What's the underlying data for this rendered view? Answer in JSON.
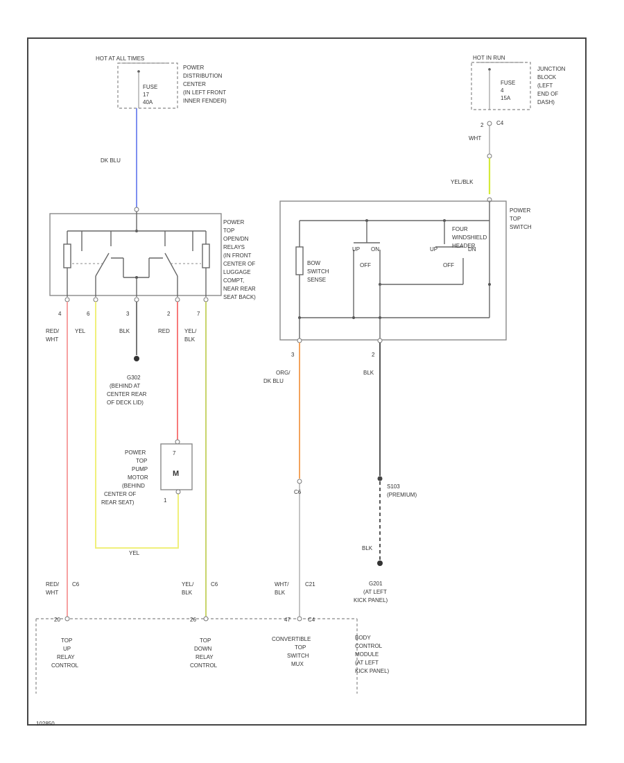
{
  "fuse_block_left": {
    "header": "HOT AT ALL TIMES",
    "fuse_lines": [
      "FUSE",
      "17",
      "40A"
    ],
    "location_lines": [
      "POWER",
      "DISTRIBUTION",
      "CENTER",
      "(IN LEFT FRONT",
      "INNER FENDER)"
    ]
  },
  "fuse_block_right": {
    "header": "HOT IN RUN",
    "fuse_lines": [
      "FUSE",
      "4",
      "15A"
    ],
    "location_lines": [
      "JUNCTION",
      "BLOCK",
      "(LEFT",
      "END OF",
      "DASH)"
    ]
  },
  "wires": {
    "dk_blu": "DK BLU",
    "wht": "WHT",
    "yel_blk_top": "YEL/BLK",
    "red_wht": [
      "RED/",
      "WHT"
    ],
    "yel": "YEL",
    "blk_relay": "BLK",
    "red": "RED",
    "yel_blk": [
      "YEL/",
      "BLK"
    ],
    "org_dkblu": [
      "ORG/",
      "DK BLU"
    ],
    "blk_switch": "BLK",
    "yel_bottom": "YEL",
    "blk_lower": "BLK",
    "red_wht_lower": [
      "RED/",
      "WHT"
    ],
    "yel_blk_lower": [
      "YEL/",
      "BLK"
    ],
    "wht_blk_lower": [
      "WHT/",
      "BLK"
    ]
  },
  "connectors": {
    "c6": "C6",
    "c4": "C4",
    "c6b": "C6",
    "c21": "C21",
    "pins_relay": [
      "4",
      "6",
      "3",
      "2",
      "7"
    ],
    "pin_switch_left": "3",
    "pin_switch_right": "2",
    "pin_jb": "2",
    "pin_20": "20",
    "pin_26": "26",
    "pin_47": "47",
    "pin_7": "7",
    "pin_1": "1"
  },
  "relay": {
    "label_lines": [
      "POWER",
      "TOP",
      "OPEN/DN",
      "RELAYS",
      "(IN FRONT",
      "CENTER OF",
      "LUGGAGE",
      "COMPT,",
      "NEAR REAR",
      "SEAT BACK)"
    ]
  },
  "ground_g302": {
    "label_lines": [
      "G302",
      "(BEHIND AT",
      "CENTER REAR",
      "OF DECK LID)"
    ]
  },
  "pump_motor": {
    "symbol": "M",
    "label_lines": [
      "POWER",
      "TOP",
      "PUMP",
      "MOTOR",
      "(BEHIND",
      "CENTER OF",
      "REAR SEAT)"
    ]
  },
  "power_top_switch": {
    "label_lines": [
      "POWER",
      "TOP",
      "SWITCH"
    ],
    "bow_lines": [
      "BOW",
      "SWITCH",
      "SENSE"
    ],
    "windshield_lines": [
      "FOUR",
      "WINDSHIELD",
      "HEADER"
    ],
    "off_label": "OFF",
    "on_label": "ON",
    "up_label": "UP",
    "down_label": "DN"
  },
  "splice": {
    "label_lines": [
      "S103",
      "(PREMIUM)"
    ]
  },
  "ground_g201": {
    "label_lines": [
      "G201",
      "(AT LEFT",
      "KICK PANEL)"
    ]
  },
  "bcm": {
    "top_up": [
      "TOP",
      "UP",
      "RELAY",
      "CONTROL"
    ],
    "top_down": [
      "TOP",
      "DOWN",
      "RELAY",
      "CONTROL"
    ],
    "convertible": [
      "CONVERTIBLE",
      "TOP",
      "SWITCH",
      "MUX"
    ],
    "label_lines": [
      "BODY",
      "CONTROL",
      "MODULE",
      "(AT LEFT",
      "KICK PANEL)"
    ]
  },
  "diagram_id": "102850"
}
